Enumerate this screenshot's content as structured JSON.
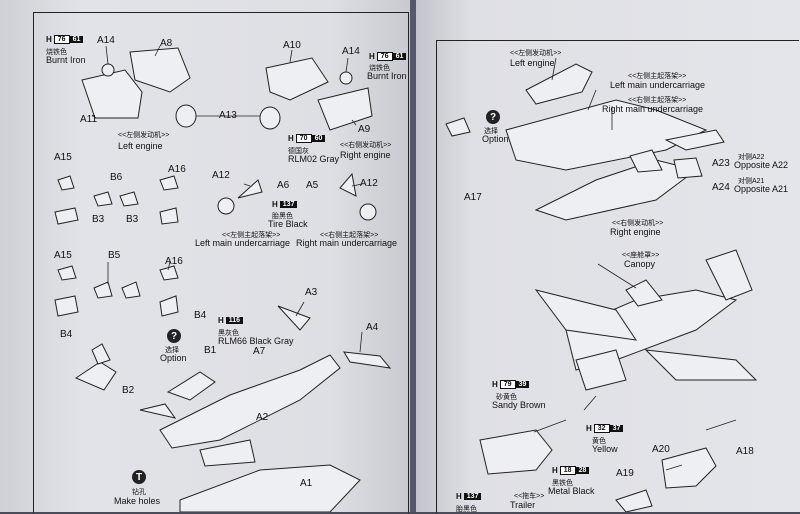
{
  "left_page": {
    "left_engine": {
      "paint_code": "76",
      "paint_no": "61",
      "paint_cn": "烧铁色",
      "paint_name": "Burnt Iron",
      "parts": [
        "A14",
        "A8",
        "A11",
        "A13"
      ],
      "title_cn": "<<左侧发动机>>",
      "title": "Left engine"
    },
    "right_engine": {
      "paint_code": "76",
      "paint_no": "61",
      "paint_cn": "烧铁色",
      "paint_name": "Burnt Iron",
      "parts": [
        "A10",
        "A14",
        "A9"
      ],
      "title_cn": "<<右侧发动机>>",
      "title": "Right engine"
    },
    "rlm02": {
      "paint_code": "70",
      "paint_no": "60",
      "paint_cn": "德国灰",
      "paint_name": "RLM02 Gray"
    },
    "tire": {
      "paint_code": "137",
      "paint_cn": "胎黑色",
      "paint_name": "Tire Black"
    },
    "left_uc": {
      "parts": [
        "A12",
        "A6"
      ],
      "title_cn": "<<左侧主起落架>>",
      "title": "Left main undercarriage"
    },
    "right_uc": {
      "parts": [
        "A5",
        "A12"
      ],
      "title_cn": "<<右侧主起落架>>",
      "title": "Right main undercarriage"
    },
    "bomb_row1": [
      "A15",
      "B6",
      "A16",
      "B3",
      "B3"
    ],
    "bomb_row2": [
      "A15",
      "B5",
      "A16",
      "B4",
      "B4"
    ],
    "option": {
      "title_cn": "选择",
      "title": "Option",
      "parts": [
        "B1",
        "B2"
      ]
    },
    "rlm66": {
      "paint_code": "116",
      "paint_cn": "黑灰色",
      "paint_name": "RLM66 Black Gray"
    },
    "fuselage_parts": [
      "A3",
      "A4",
      "A7",
      "A2",
      "A1"
    ],
    "holes": {
      "title_cn": "钻孔",
      "title": "Make holes"
    }
  },
  "right_page": {
    "left_engine": {
      "title_cn": "<<左侧发动机>>",
      "title": "Left engine"
    },
    "left_uc": {
      "title_cn": "<<左侧主起落架>>",
      "title": "Left main undercarriage"
    },
    "right_uc": {
      "title_cn": "<<右侧主起落架>>",
      "title": "Right main undercarriage"
    },
    "option": {
      "title_cn": "选择",
      "title": "Option"
    },
    "a23": {
      "part": "A23",
      "cn": "对侧A22",
      "title": "Opposite A22"
    },
    "a24": {
      "part": "A24",
      "cn": "对侧A21",
      "title": "Opposite A21"
    },
    "a17": "A17",
    "right_engine": {
      "title_cn": "<<右侧发动机>>",
      "title": "Right engine"
    },
    "canopy": {
      "title_cn": "<<座舱罩>>",
      "title": "Canopy"
    },
    "sandy": {
      "paint_code": "79",
      "paint_no": "39",
      "paint_cn": "砂黄色",
      "paint_name": "Sandy Brown"
    },
    "yellow": {
      "paint_code": "32",
      "paint_no": "37",
      "paint_cn": "黄色",
      "paint_name": "Yellow"
    },
    "metal_black": {
      "paint_code": "18",
      "paint_no": "28",
      "paint_cn": "黑铁色",
      "paint_name": "Metal Black"
    },
    "trailer_paint": {
      "paint_code": "137",
      "paint_cn": "胎黑色"
    },
    "trailer": {
      "title_cn": "<<拖车>>",
      "title": "Trailer"
    },
    "trailer_parts": [
      "A20",
      "A18",
      "A19"
    ]
  }
}
